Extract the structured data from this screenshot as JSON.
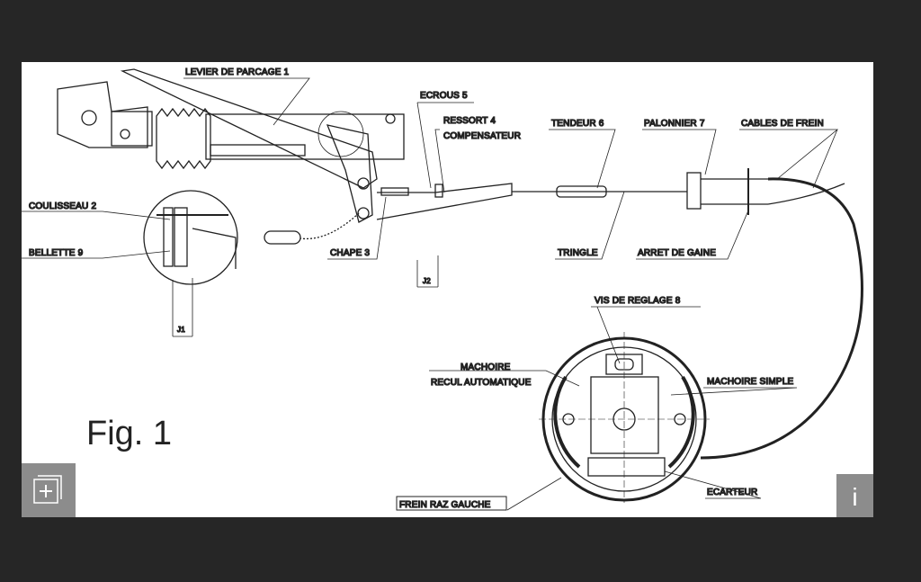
{
  "figure": {
    "caption": "Fig. 1",
    "labels": {
      "levier": "LEVIER DE PARCAGE 1",
      "coulisseau": "COULISSEAU 2",
      "bellette": "BELLETTE 9",
      "chape": "CHAPE 3",
      "ecrous": "ECROUS 5",
      "ressort": "RESSORT  4",
      "compensateur": "COMPENSATEUR",
      "tendeur": "TENDEUR 6",
      "palonnier": "PALONNIER 7",
      "cables": "CABLES DE FREIN",
      "tringle": "TRINGLE",
      "arret": "ARRET DE GAINE",
      "vis": "VIS DE REGLAGE 8",
      "machoire1": "MACHOIRE",
      "recul": "RECUL AUTOMATIQUE",
      "machoire_simple": "MACHOIRE SIMPLE",
      "ecarteur": "ECARTEUR",
      "frein": "FREIN RAZ GAUCHE",
      "j1": "J1",
      "j2": "J2"
    }
  },
  "controls": {
    "expand_icon": "expand-plus-icon",
    "info_label": "i"
  }
}
